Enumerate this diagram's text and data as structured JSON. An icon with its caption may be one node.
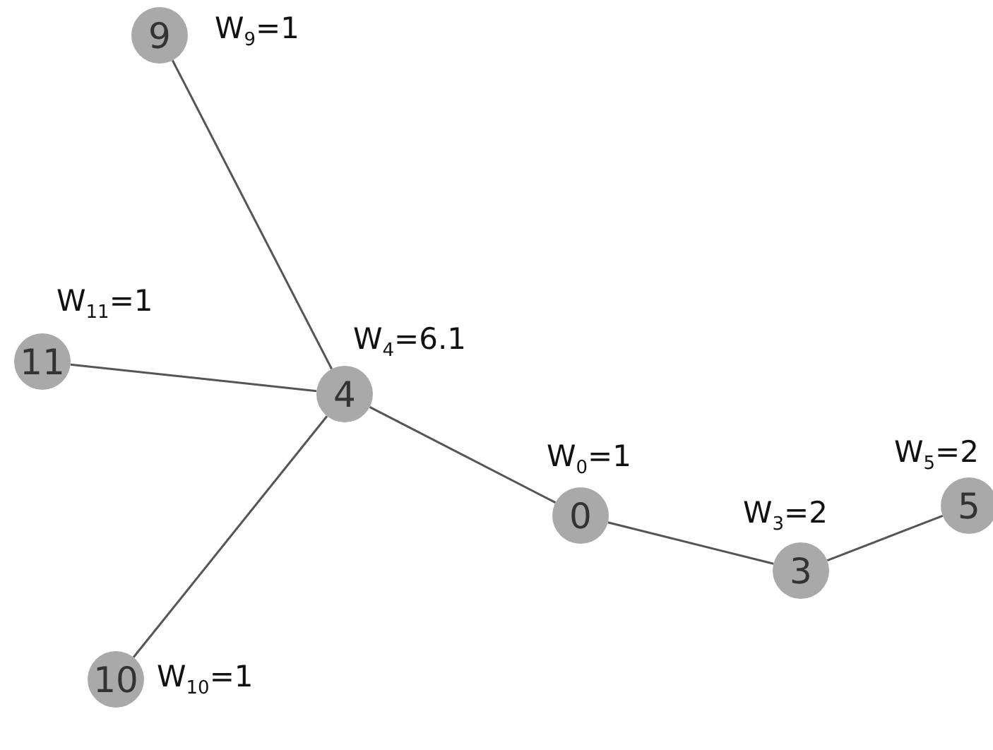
{
  "diagram": {
    "nodes": [
      {
        "text": [
          "9"
        ],
        "beside": [
          "W$_{9}$=1"
        ]
      },
      {
        "text": [
          "11"
        ],
        "beside": [
          "W$_{11}$=1"
        ]
      },
      {
        "text": [
          "4"
        ],
        "beside": [
          "W$_{4}$=6.1"
        ]
      },
      {
        "text": [
          "0"
        ],
        "beside": [
          "W$_{0}$=1"
        ]
      },
      {
        "text": [
          "5"
        ],
        "beside": [
          "W$_{5}$=2"
        ]
      },
      {
        "text": [
          "3"
        ],
        "beside": [
          "W$_{3}$=2"
        ]
      },
      {
        "text": [
          "10"
        ],
        "beside": [
          "W$_{10}$=1"
        ]
      }
    ],
    "edges": [
      {
        "from": 0,
        "to": 2,
        "arrow": "none"
      },
      {
        "from": 1,
        "to": 2,
        "arrow": "none"
      },
      {
        "from": 2,
        "to": 6,
        "arrow": "none"
      },
      {
        "from": 2,
        "to": 3,
        "arrow": "none"
      },
      {
        "from": 3,
        "to": 5,
        "arrow": "none"
      },
      {
        "from": 5,
        "to": 4,
        "arrow": "none"
      }
    ]
  }
}
